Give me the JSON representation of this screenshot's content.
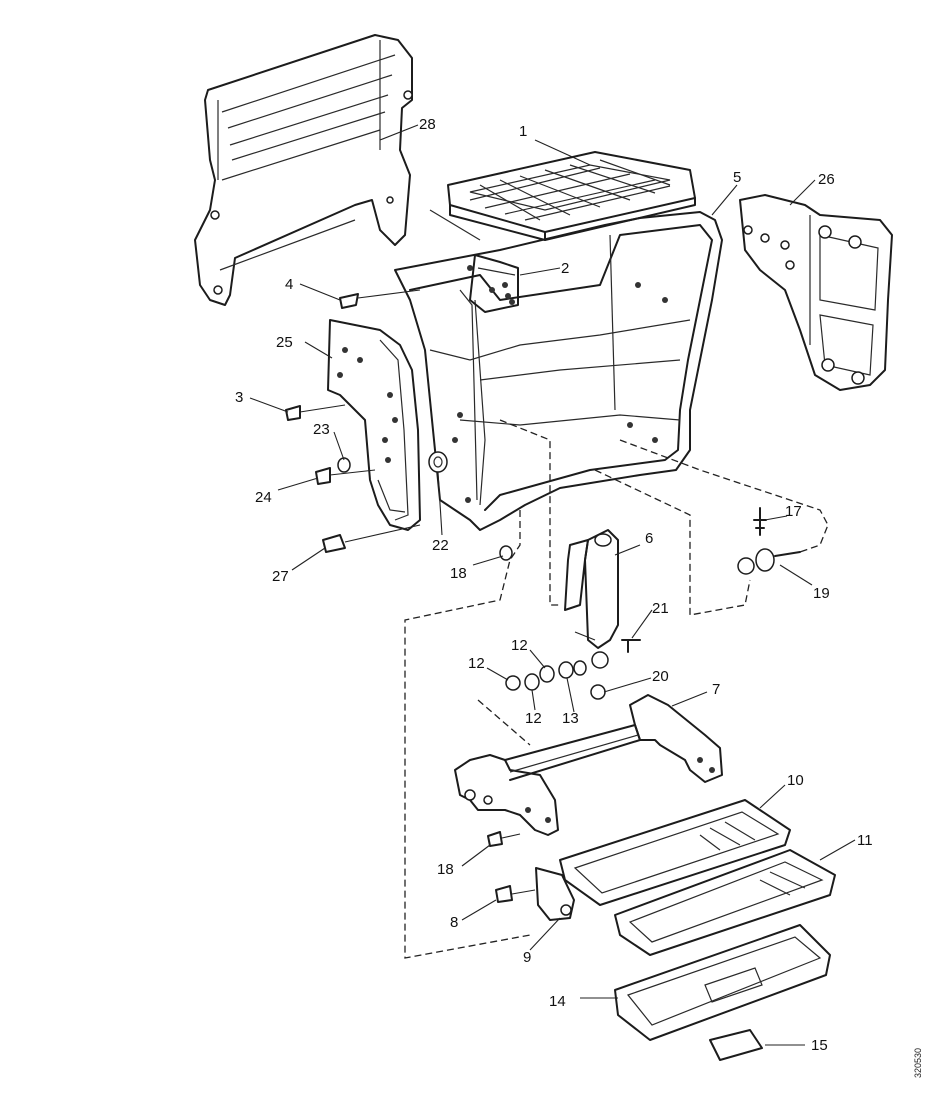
{
  "labels": {
    "l1": "1",
    "l2": "2",
    "l3": "3",
    "l4": "4",
    "l5": "5",
    "l6": "6",
    "l7": "7",
    "l8": "8",
    "l9": "9",
    "l10": "10",
    "l11": "11",
    "l12a": "12",
    "l12b": "12",
    "l12c": "12",
    "l13": "13",
    "l14": "14",
    "l15": "15",
    "l17": "17",
    "l18a": "18",
    "l18b": "18",
    "l19": "19",
    "l20": "20",
    "l21": "21",
    "l22": "22",
    "l23": "23",
    "l24": "24",
    "l25": "25",
    "l26": "26",
    "l27": "27",
    "l28": "28"
  },
  "drawing_code": "320530"
}
